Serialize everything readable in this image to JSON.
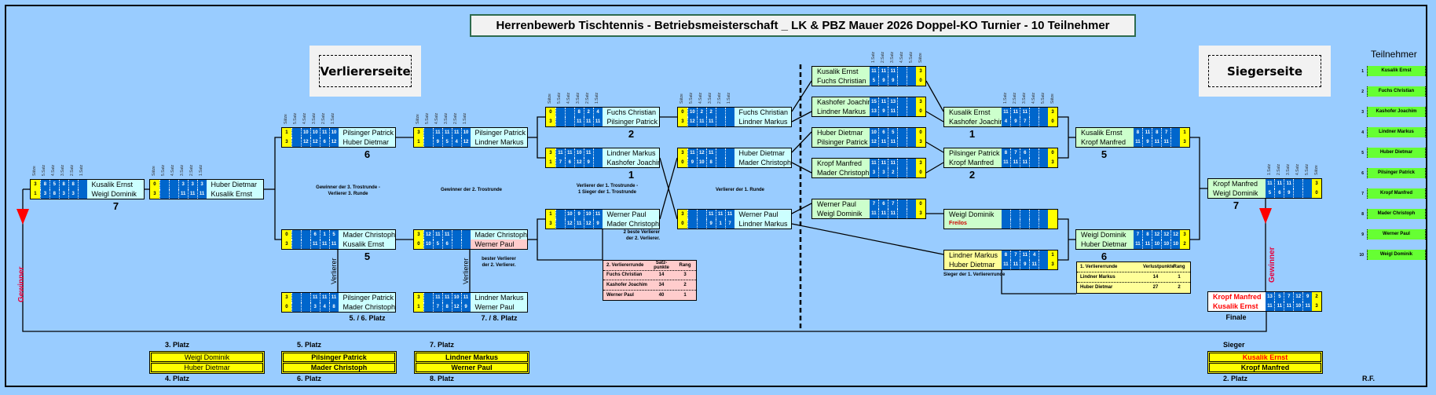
{
  "title": "Herrenbewerb  Tischtennis - Betriebsmeisterschaft _ LK & PBZ Mauer 2026  Doppel-KO Turnier - 10 Teilnehmer",
  "sides": {
    "loser": "Verliererseite",
    "winner": "Siegerseite"
  },
  "set_labels_left": [
    "Sätze",
    "5.Satz",
    "4.Satz",
    "3.Satz",
    "2.Satz",
    "1.Satz"
  ],
  "set_labels_right": [
    "1.Satz",
    "2.Satz",
    "3.Satz",
    "4.Satz",
    "5.Satz",
    "Sätze"
  ],
  "colors": {
    "background": "#99ccff",
    "score": "#0066cc",
    "sets": "#ffff00",
    "loser_name": "#ccffff",
    "winner_name": "#ccffcc",
    "participant": "#66ff33",
    "highlight": "#ff0000"
  },
  "matches": [
    {
      "id": "A",
      "round": "7",
      "rows": [
        {
          "name": "Kusalik Ernst",
          "sets": "3",
          "cells": [
            "8",
            "5",
            "8",
            "8",
            ""
          ]
        },
        {
          "name": "Weigl Dominik",
          "sets": "1",
          "cells": [
            "3",
            "8",
            "3",
            "3",
            ""
          ]
        }
      ]
    },
    {
      "id": "B",
      "round": "",
      "rows": [
        {
          "name": "Huber Dietmar",
          "sets": "0",
          "cells": [
            "",
            "",
            "3",
            "3",
            "3"
          ]
        },
        {
          "name": "Kusalik Ernst",
          "sets": "3",
          "cells": [
            "",
            "",
            "11",
            "11",
            "11"
          ]
        }
      ]
    },
    {
      "id": "C",
      "round": "6",
      "rows": [
        {
          "name": "Pilsinger Patrick",
          "sets": "1",
          "cells": [
            "",
            "10",
            "10",
            "11",
            "10"
          ]
        },
        {
          "name": "Huber Dietmar",
          "sets": "3",
          "cells": [
            "",
            "12",
            "12",
            "6",
            "12"
          ]
        }
      ]
    },
    {
      "id": "D",
      "round": "5",
      "rows": [
        {
          "name": "Mader Christoph",
          "sets": "0",
          "cells": [
            "",
            "",
            "6",
            "1",
            "5"
          ]
        },
        {
          "name": "Kusalik Ernst",
          "sets": "3",
          "cells": [
            "",
            "",
            "11",
            "11",
            "11"
          ]
        }
      ]
    },
    {
      "id": "E",
      "round": "",
      "rows": [
        {
          "name": "Pilsinger Patrick",
          "sets": "3",
          "cells": [
            "",
            "11",
            "11",
            "11",
            "10"
          ]
        },
        {
          "name": "Lindner Markus",
          "sets": "1",
          "cells": [
            "",
            "9",
            "5",
            "4",
            "12"
          ]
        }
      ]
    },
    {
      "id": "F",
      "round": "",
      "rows": [
        {
          "name": "Mader Christoph",
          "sets": "3",
          "cells": [
            "12",
            "11",
            "11",
            "",
            ""
          ]
        },
        {
          "name": "Werner Paul",
          "sets": "0",
          "cells": [
            "10",
            "5",
            "6",
            "",
            ""
          ],
          "mark": "pink"
        }
      ]
    },
    {
      "id": "G",
      "round": "5. / 6. Platz",
      "rows": [
        {
          "name": "Pilsinger Patrick",
          "sets": "3",
          "cells": [
            "",
            "",
            "11",
            "11",
            "11"
          ]
        },
        {
          "name": "Mader Christoph",
          "sets": "0",
          "cells": [
            "",
            "",
            "3",
            "4",
            "8"
          ]
        }
      ]
    },
    {
      "id": "H",
      "round": "7. / 8. Platz",
      "rows": [
        {
          "name": "Lindner Markus",
          "sets": "3",
          "cells": [
            "",
            "11",
            "11",
            "10",
            "11"
          ]
        },
        {
          "name": "Werner Paul",
          "sets": "1",
          "cells": [
            "",
            "7",
            "8",
            "12",
            "9"
          ]
        }
      ]
    },
    {
      "id": "I",
      "round": "2",
      "rows": [
        {
          "name": "Fuchs Christian",
          "sets": "0",
          "cells": [
            "",
            "",
            "8",
            "2",
            "4"
          ]
        },
        {
          "name": "Pilsinger Patrick",
          "sets": "3",
          "cells": [
            "",
            "",
            "11",
            "11",
            "11"
          ]
        }
      ]
    },
    {
      "id": "J",
      "round": "1",
      "rows": [
        {
          "name": "Lindner Markus",
          "sets": "3",
          "cells": [
            "11",
            "11",
            "10",
            "11",
            ""
          ]
        },
        {
          "name": "Kashofer Joachim",
          "sets": "1",
          "cells": [
            "7",
            "6",
            "12",
            "9",
            ""
          ]
        }
      ]
    },
    {
      "id": "K",
      "round": "",
      "rows": [
        {
          "name": "Werner Paul",
          "sets": "1",
          "cells": [
            "",
            "10",
            "9",
            "10",
            "11"
          ]
        },
        {
          "name": "Mader Christoph",
          "sets": "3",
          "cells": [
            "",
            "12",
            "11",
            "12",
            "9"
          ]
        }
      ]
    },
    {
      "id": "Lm",
      "round": "",
      "rows": [
        {
          "name": "Fuchs Christian",
          "sets": "0",
          "cells": [
            "10",
            "2",
            "2",
            "",
            ""
          ]
        },
        {
          "name": "Lindner Markus",
          "sets": "3",
          "cells": [
            "12",
            "11",
            "11",
            "",
            ""
          ]
        }
      ]
    },
    {
      "id": "M",
      "round": "",
      "rows": [
        {
          "name": "Huber Dietmar",
          "sets": "3",
          "cells": [
            "11",
            "12",
            "11",
            "",
            ""
          ]
        },
        {
          "name": "Mader Christoph",
          "sets": "0",
          "cells": [
            "9",
            "10",
            "8",
            "",
            ""
          ]
        }
      ]
    },
    {
      "id": "N",
      "round": "",
      "rows": [
        {
          "name": "Werner Paul",
          "sets": "3",
          "cells": [
            "",
            "",
            "11",
            "11",
            "11"
          ]
        },
        {
          "name": "Lindner Markus",
          "sets": "0",
          "cells": [
            "",
            "",
            "9",
            "1",
            "7"
          ]
        }
      ]
    },
    {
      "id": "R1",
      "round": "",
      "rows": [
        {
          "name": "Kusalik Ernst",
          "sets": "3",
          "cells": [
            "11",
            "11",
            "11",
            "",
            ""
          ]
        },
        {
          "name": "Fuchs Christian",
          "sets": "0",
          "cells": [
            "5",
            "9",
            "9",
            "",
            ""
          ]
        }
      ]
    },
    {
      "id": "R2",
      "round": "",
      "rows": [
        {
          "name": "Kashofer Joachim",
          "sets": "3",
          "cells": [
            "15",
            "11",
            "13",
            "",
            ""
          ]
        },
        {
          "name": "Lindner Markus",
          "sets": "0",
          "cells": [
            "13",
            "9",
            "11",
            "",
            ""
          ]
        }
      ]
    },
    {
      "id": "R3",
      "round": "",
      "rows": [
        {
          "name": "Huber Dietmar",
          "sets": "0",
          "cells": [
            "10",
            "6",
            "5",
            "",
            ""
          ]
        },
        {
          "name": "Pilsinger Patrick",
          "sets": "3",
          "cells": [
            "12",
            "11",
            "11",
            "",
            ""
          ]
        }
      ]
    },
    {
      "id": "R4",
      "round": "",
      "rows": [
        {
          "name": "Kropf Manfred",
          "sets": "3",
          "cells": [
            "11",
            "11",
            "11",
            "",
            ""
          ]
        },
        {
          "name": "Mader Christoph",
          "sets": "0",
          "cells": [
            "3",
            "3",
            "2",
            "",
            ""
          ]
        }
      ]
    },
    {
      "id": "R5",
      "round": "",
      "rows": [
        {
          "name": "Werner Paul",
          "sets": "0",
          "cells": [
            "7",
            "6",
            "7",
            "",
            ""
          ]
        },
        {
          "name": "Weigl Dominik",
          "sets": "3",
          "cells": [
            "11",
            "11",
            "11",
            "",
            ""
          ]
        }
      ]
    },
    {
      "id": "S1",
      "round": "1",
      "rows": [
        {
          "name": "Kusalik Ernst",
          "sets": "3",
          "cells": [
            "11",
            "11",
            "11",
            "",
            ""
          ]
        },
        {
          "name": "Kashofer Joachim",
          "sets": "0",
          "cells": [
            "4",
            "9",
            "7",
            "",
            ""
          ]
        }
      ]
    },
    {
      "id": "S2",
      "round": "2",
      "rows": [
        {
          "name": "Pilsinger Patrick",
          "sets": "0",
          "cells": [
            "8",
            "7",
            "6",
            "",
            ""
          ]
        },
        {
          "name": "Kropf Manfred",
          "sets": "3",
          "cells": [
            "11",
            "11",
            "11",
            "",
            ""
          ]
        }
      ]
    },
    {
      "id": "S3",
      "round": "",
      "rows": [
        {
          "name": "Weigl Dominik",
          "sets": "",
          "cells": [
            "",
            "",
            "",
            "",
            ""
          ]
        },
        {
          "name": "Freilos",
          "sets": "",
          "cells": [
            "",
            "",
            "",
            "",
            ""
          ],
          "mark": "red"
        }
      ]
    },
    {
      "id": "S4",
      "round": "",
      "style": "yellow",
      "rows": [
        {
          "name": "Lindner Markus",
          "sets": "1",
          "cells": [
            "8",
            "7",
            "11",
            "4",
            ""
          ]
        },
        {
          "name": "Huber Dietmar",
          "sets": "3",
          "cells": [
            "11",
            "11",
            "9",
            "11",
            ""
          ]
        }
      ]
    },
    {
      "id": "T1",
      "round": "5",
      "rows": [
        {
          "name": "Kusalik Ernst",
          "sets": "1",
          "cells": [
            "8",
            "11",
            "8",
            "7",
            ""
          ]
        },
        {
          "name": "Kropf Manfred",
          "sets": "3",
          "cells": [
            "11",
            "9",
            "11",
            "11",
            ""
          ]
        }
      ]
    },
    {
      "id": "T2",
      "round": "6",
      "rows": [
        {
          "name": "Weigl Dominik",
          "sets": "3",
          "cells": [
            "7",
            "8",
            "12",
            "12",
            "12"
          ]
        },
        {
          "name": "Huber Dietmar",
          "sets": "2",
          "cells": [
            "11",
            "11",
            "10",
            "10",
            "10"
          ]
        }
      ]
    },
    {
      "id": "U",
      "round": "7",
      "rows": [
        {
          "name": "Kropf Manfred",
          "sets": "3",
          "cells": [
            "11",
            "11",
            "11",
            "",
            ""
          ]
        },
        {
          "name": "Weigl Dominik",
          "sets": "0",
          "cells": [
            "5",
            "6",
            "9",
            "",
            ""
          ]
        }
      ]
    },
    {
      "id": "FIN",
      "round": "Finale",
      "style": "final",
      "rows": [
        {
          "name": "Kropf Manfred",
          "sets": "2",
          "cells": [
            "13",
            "5",
            "7",
            "12",
            "9"
          ]
        },
        {
          "name": "Kusalik Ernst",
          "sets": "3",
          "cells": [
            "11",
            "11",
            "11",
            "10",
            "11"
          ]
        }
      ]
    }
  ],
  "captions": [
    {
      "id": "c1",
      "text": "Gewinner der 3. Trostrunde -\nVerlierer 3. Runde"
    },
    {
      "id": "c2",
      "text": "Gewinner der 2. Trostrunde"
    },
    {
      "id": "c3",
      "text": "Verlierer der 1. Trostrunde -\n1 Sieger der 1. Trostrunde"
    },
    {
      "id": "c4",
      "text": "Verlierer der 1. Runde"
    },
    {
      "id": "c5",
      "text": "2 beste Verlierer\nder 2. Verlierer."
    },
    {
      "id": "c6",
      "text": "bester Verlierer\nder 2. Verlierer."
    },
    {
      "id": "c7",
      "text": "Sieger der 1. Verliererrunde"
    }
  ],
  "tables": {
    "loser2": {
      "header": [
        "2. Verliererrunde",
        "Satz-punkte",
        "Rang"
      ],
      "rows": [
        [
          "Fuchs Christian",
          "14",
          "3"
        ],
        [
          "Kashofer Joachim",
          "34",
          "2"
        ],
        [
          "Werner Paul",
          "40",
          "1"
        ]
      ]
    },
    "loser1": {
      "header": [
        "1. Verliererrunde",
        "Verlustpunkte",
        "Rang"
      ],
      "rows": [
        [
          "Lindner Markus",
          "14",
          "1"
        ],
        [
          "Huber Dietmar",
          "27",
          "2"
        ]
      ]
    }
  },
  "participants": {
    "title": "Teilnehmer",
    "items": [
      {
        "no": "1",
        "name": "Kusalik Ernst"
      },
      {
        "no": "2",
        "name": "Fuchs Christian"
      },
      {
        "no": "3",
        "name": "Kashofer Joachim"
      },
      {
        "no": "4",
        "name": "Lindner Markus"
      },
      {
        "no": "5",
        "name": "Huber Dietmar"
      },
      {
        "no": "6",
        "name": "Pilsinger Patrick"
      },
      {
        "no": "7",
        "name": "Kropf Manfred"
      },
      {
        "no": "8",
        "name": "Mader Christoph"
      },
      {
        "no": "9",
        "name": "Werner Paul"
      },
      {
        "no": "10",
        "name": "Weigl Dominik"
      }
    ]
  },
  "placings": [
    {
      "top_label": "3. Platz",
      "bottom_label": "4. Platz",
      "first": "Weigl Dominik",
      "second": "Huber Dietmar"
    },
    {
      "top_label": "5. Platz",
      "bottom_label": "6. Platz",
      "first": "Pilsinger Patrick",
      "second": "Mader Christoph"
    },
    {
      "top_label": "7. Platz",
      "bottom_label": "8. Platz",
      "first": "Lindner Markus",
      "second": "Werner Paul"
    },
    {
      "top_label": "Sieger",
      "bottom_label": "2. Platz",
      "first": "Kusalik Ernst",
      "second": "Kropf Manfred"
    }
  ],
  "labels": {
    "gewinner": "Gewinner",
    "verlierer": "Verlierer",
    "author": "R.F."
  }
}
